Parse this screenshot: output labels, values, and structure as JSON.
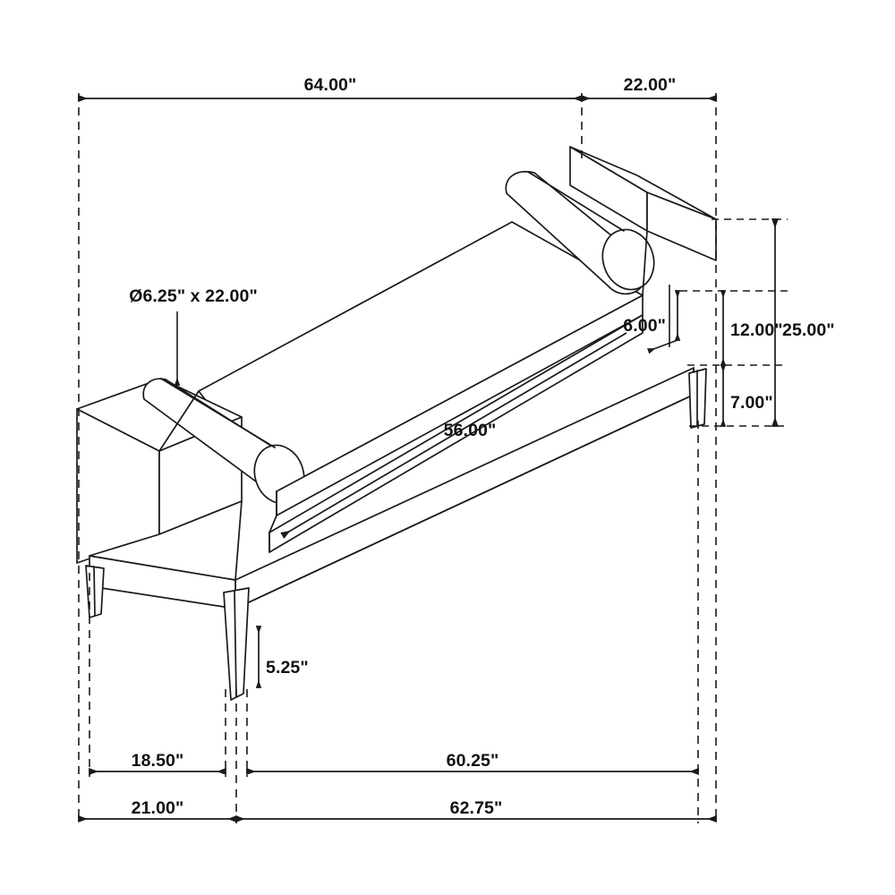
{
  "drawing": {
    "title": "Upholstered Accent Bench — Dimensioned Isometric Drawing",
    "units": "inches",
    "line_color": "#1a1a1a",
    "background_color": "#ffffff",
    "dimensions": {
      "overall_length_top": "64.00\"",
      "arm_depth_top": "22.00\"",
      "bolster_spec": "Ø6.25\" x 22.00\"",
      "seat_length": "56.00\"",
      "arm_rise_above_seat": "6.00\"",
      "seat_height": "12.00\"",
      "clearance_under_frame": "7.00\"",
      "overall_height": "25.00\"",
      "leg_height": "5.25\"",
      "leg_inset_front": "18.50\"",
      "frame_end_depth": "21.00\"",
      "leg_span_length": "60.25\"",
      "frame_length": "62.75\""
    },
    "labels": [
      {
        "id": "dim-64",
        "text": "64.00\"",
        "role": "overall-length"
      },
      {
        "id": "dim-22",
        "text": "22.00\"",
        "role": "arm-depth"
      },
      {
        "id": "dim-bolster",
        "text": "Ø6.25\" x 22.00\"",
        "role": "bolster-diameter-and-length"
      },
      {
        "id": "dim-56",
        "text": "56.00\"",
        "role": "seat-length"
      },
      {
        "id": "dim-6",
        "text": "6.00\"",
        "role": "arm-rise-above-seat"
      },
      {
        "id": "dim-12",
        "text": "12.00\"",
        "role": "seat-height"
      },
      {
        "id": "dim-7",
        "text": "7.00\"",
        "role": "under-frame-clearance"
      },
      {
        "id": "dim-25",
        "text": "25.00\"",
        "role": "overall-height"
      },
      {
        "id": "dim-525",
        "text": "5.25\"",
        "role": "leg-height"
      },
      {
        "id": "dim-1850",
        "text": "18.50\"",
        "role": "front-leg-inset"
      },
      {
        "id": "dim-2100",
        "text": "21.00\"",
        "role": "end-frame-depth"
      },
      {
        "id": "dim-6025",
        "text": "60.25\"",
        "role": "leg-span"
      },
      {
        "id": "dim-6275",
        "text": "62.75\"",
        "role": "frame-length"
      }
    ]
  }
}
